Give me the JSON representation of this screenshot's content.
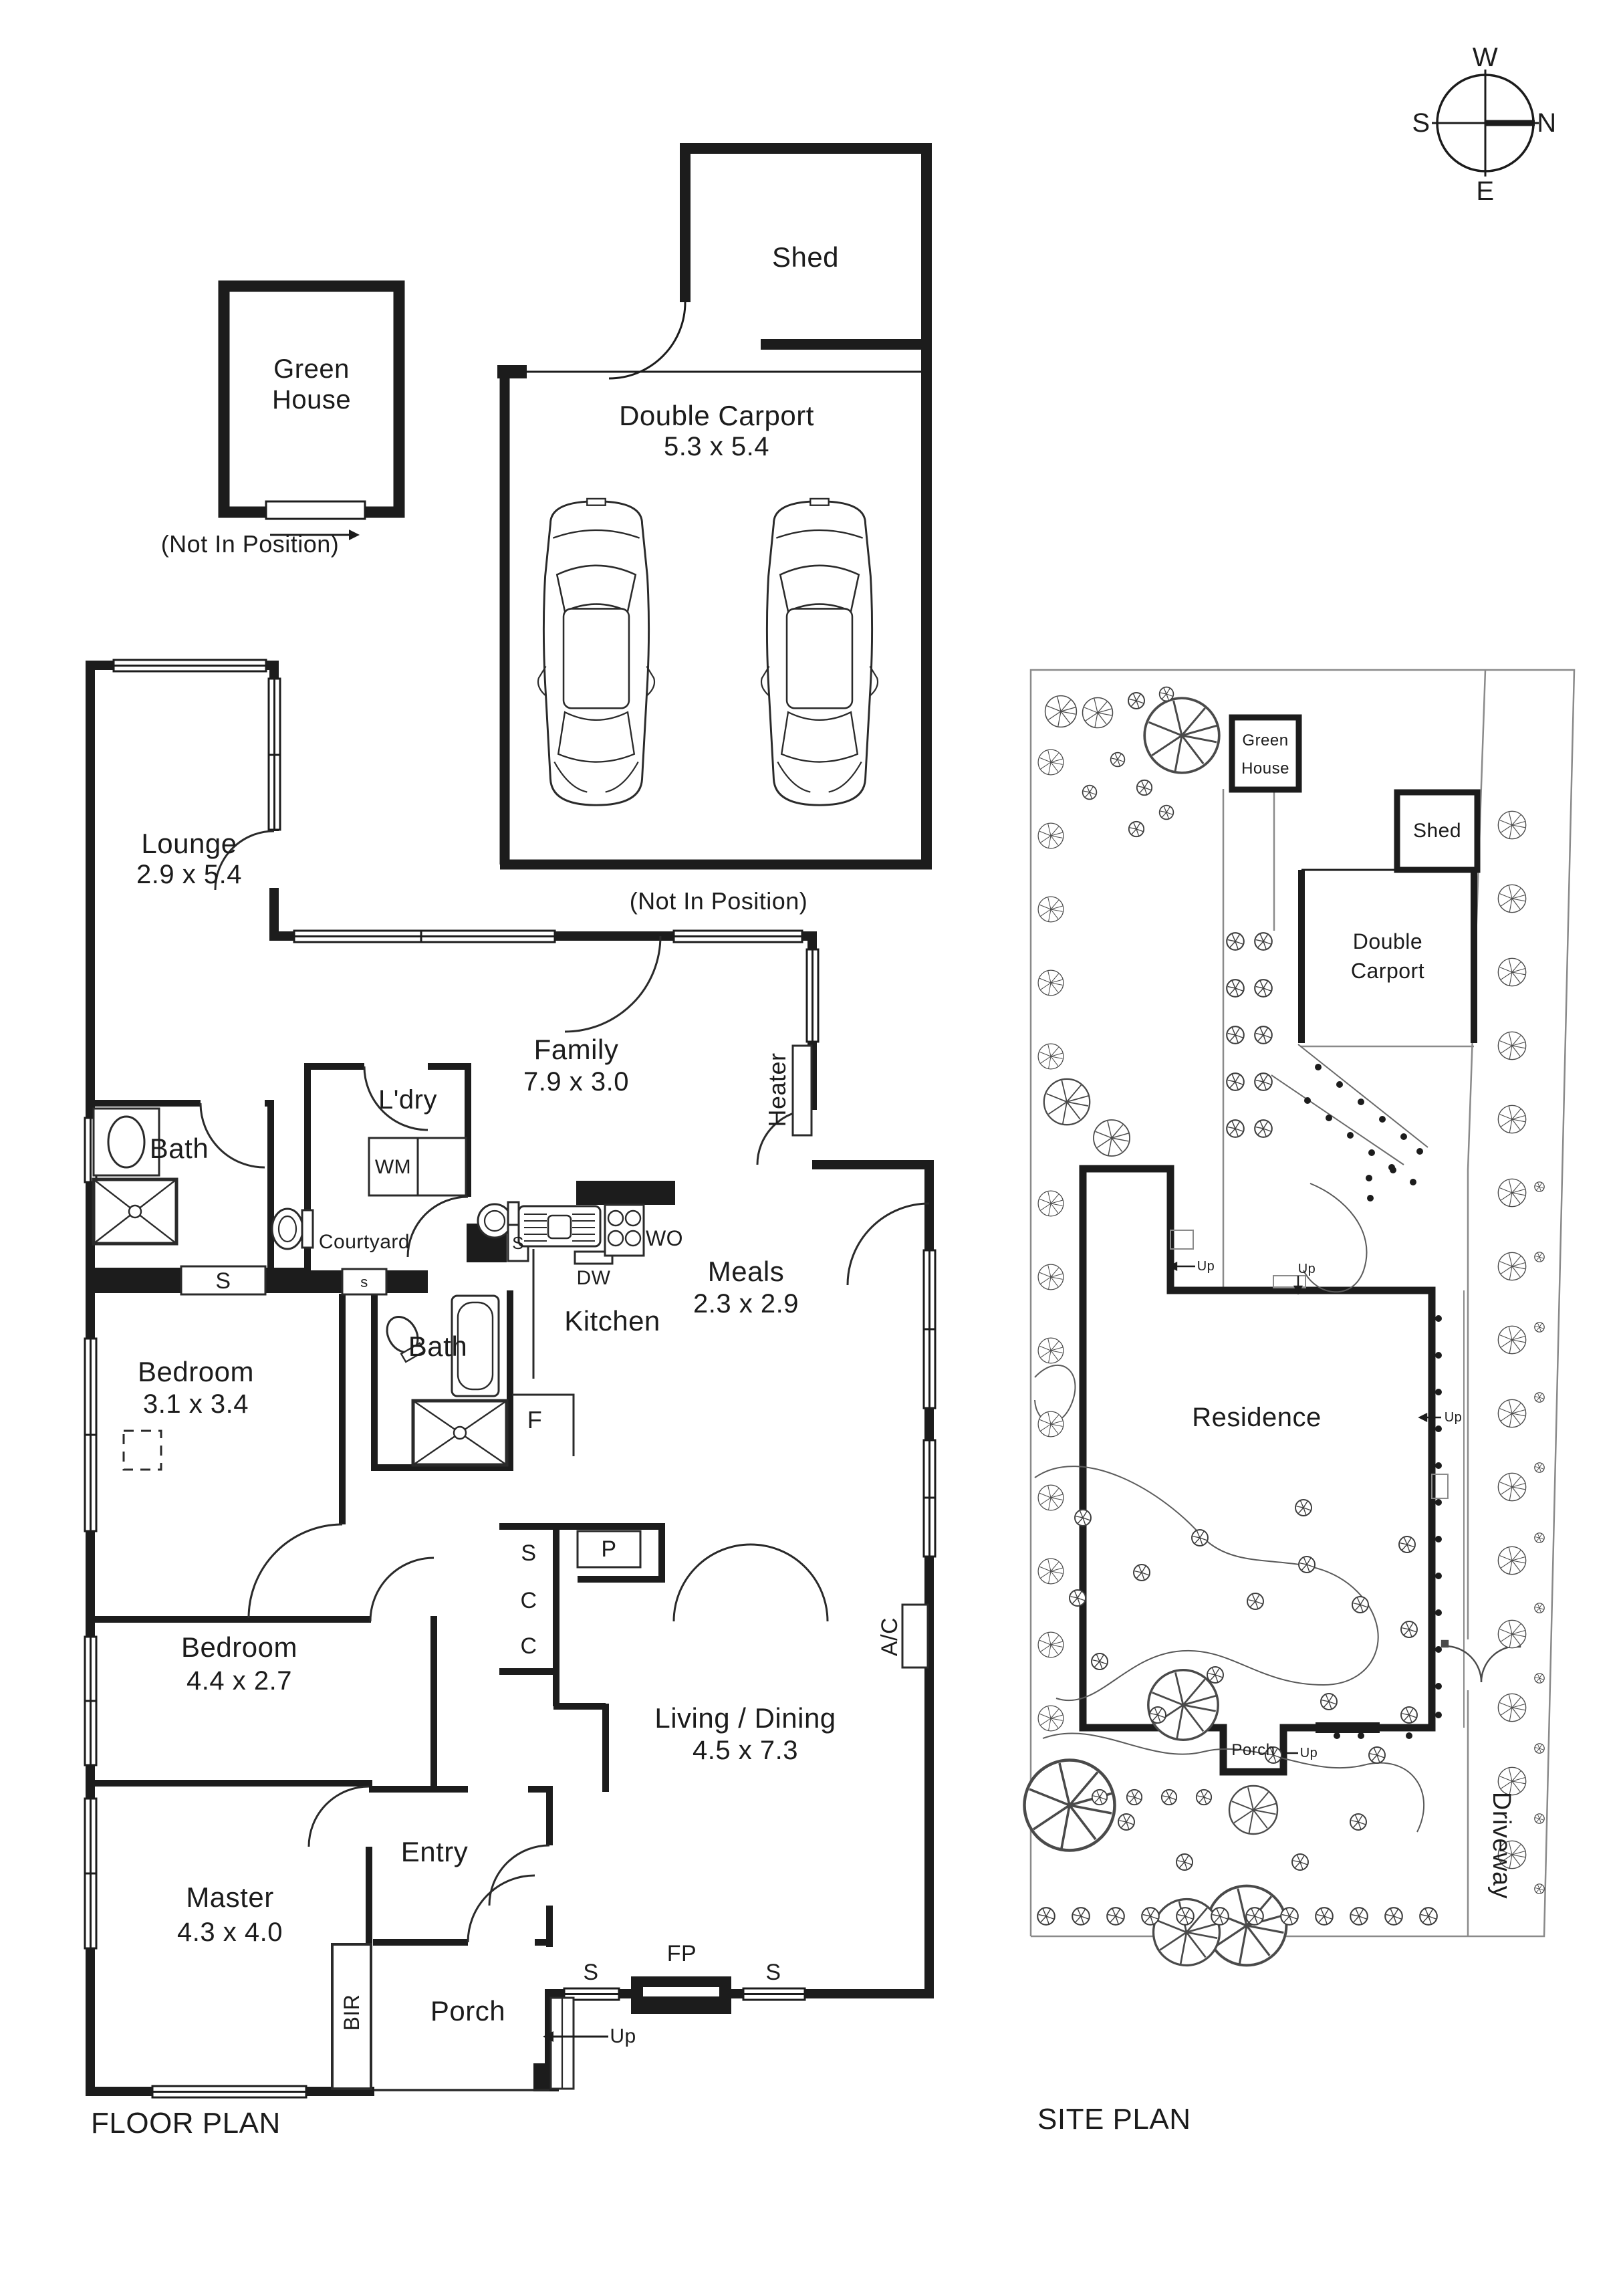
{
  "compass": {
    "west": "W",
    "south": "S",
    "north": "N",
    "east": "E"
  },
  "section_titles": {
    "floor_plan": "FLOOR PLAN",
    "site_plan": "SITE PLAN"
  },
  "floor_plan": {
    "green_house": {
      "line1": "Green",
      "line2": "House",
      "note": "(Not In Position)"
    },
    "shed": {
      "label": "Shed"
    },
    "carport": {
      "name": "Double Carport",
      "dims": "5.3 x 5.4",
      "note": "(Not In Position)"
    },
    "rooms": {
      "lounge": {
        "name": "Lounge",
        "dims": "2.9 x 5.4"
      },
      "family": {
        "name": "Family",
        "dims": "7.9 x 3.0"
      },
      "meals": {
        "name": "Meals",
        "dims": "2.3 x 2.9"
      },
      "kitchen": {
        "name": "Kitchen"
      },
      "bath_top": {
        "name": "Bath"
      },
      "laundry": {
        "name": "L'dry"
      },
      "courtyard": {
        "name": "Courtyard"
      },
      "bedroom_1": {
        "name": "Bedroom",
        "dims": "3.1 x 3.4"
      },
      "bath_middle": {
        "name": "Bath"
      },
      "bedroom_2": {
        "name": "Bedroom",
        "dims": "4.4 x 2.7"
      },
      "living_dining": {
        "name": "Living / Dining",
        "dims": "4.5 x 7.3"
      },
      "master": {
        "name": "Master",
        "dims": "4.3 x 4.0"
      },
      "entry": {
        "name": "Entry"
      },
      "porch": {
        "name": "Porch"
      }
    },
    "fixtures": {
      "washing_machine": "WM",
      "dishwasher": "DW",
      "wall_oven": "WO",
      "fridge": "F",
      "heater": "Heater",
      "air_conditioner": "A/C",
      "built_in_robe": "BIR",
      "fireplace": "FP",
      "robe_s": "S",
      "linen_s_small": "s",
      "family_s": "S",
      "hall_s": "S",
      "cupboard_1": "C",
      "cupboard_2": "C",
      "pantry": "P",
      "front_s_left": "S",
      "front_s_right": "S",
      "up": "Up"
    }
  },
  "site_plan": {
    "green_house": {
      "line1": "Green",
      "line2": "House"
    },
    "shed": "Shed",
    "carport": {
      "line1": "Double",
      "line2": "Carport"
    },
    "residence": "Residence",
    "porch": "Porch",
    "driveway": "Driveway",
    "up_back": "Up",
    "up_mid": "Up",
    "up_side": "Up",
    "up_porch": "Up"
  }
}
